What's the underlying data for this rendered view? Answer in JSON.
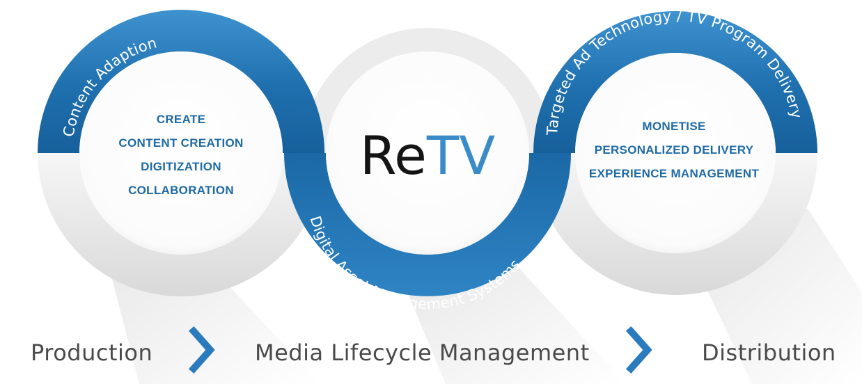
{
  "logo": {
    "part1": "Re",
    "part2": "TV"
  },
  "arc_labels": {
    "left": "Content Adaption",
    "middle": "Digital Asset Management Systems",
    "right": "Targeted Ad Technology / TV Program Delivery"
  },
  "left_circle": {
    "items": [
      "CREATE",
      "CONTENT CREATION",
      "DIGITIZATION",
      "COLLABORATION"
    ]
  },
  "right_circle": {
    "items": [
      "MONETISE",
      "PERSONALIZED DELIVERY",
      "EXPERIENCE MANAGEMENT"
    ]
  },
  "stages": {
    "first": "Production",
    "second": "Media Lifecycle Management",
    "third": "Distribution"
  },
  "colors": {
    "ring_blue": "#1f6fae",
    "ring_light": "#3c8fcc",
    "text_blue": "#1e6aa6",
    "chevron_blue": "#2a7bbd",
    "stage_gray": "#4a4a4a"
  }
}
